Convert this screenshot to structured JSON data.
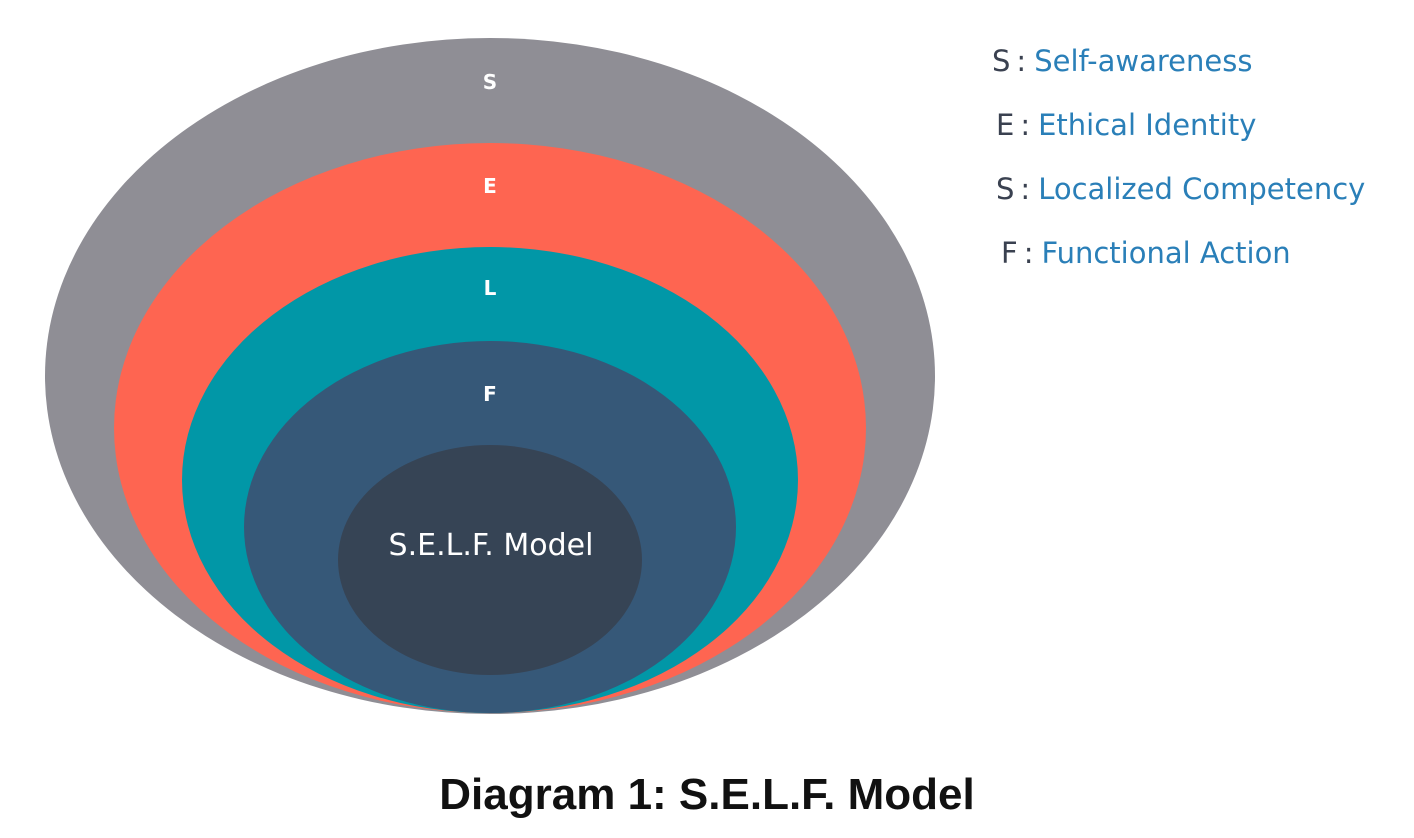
{
  "diagram": {
    "layers": [
      {
        "letter": "S",
        "color": "#8f8e95"
      },
      {
        "letter": "E",
        "color": "#fe6551"
      },
      {
        "letter": "L",
        "color": "#0197a7"
      },
      {
        "letter": "F",
        "color": "#365878"
      }
    ],
    "core": {
      "label": "S.E.L.F. Model",
      "color": "#364455"
    }
  },
  "legend": {
    "separator": ":",
    "items": [
      {
        "letter": "S",
        "term": "Self-awareness"
      },
      {
        "letter": "E",
        "term": "Ethical Identity"
      },
      {
        "letter": "S",
        "term": "Localized Competency"
      },
      {
        "letter": "F",
        "term": "Functional Action"
      }
    ]
  },
  "caption": "Diagram 1: S.E.L.F. Model"
}
